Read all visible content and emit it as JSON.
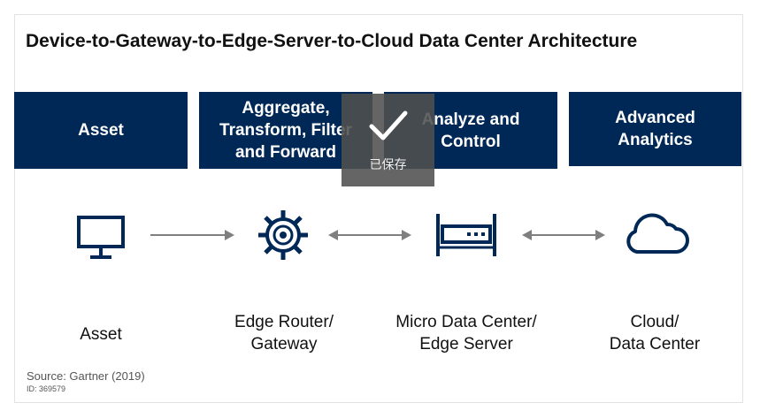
{
  "title": "Device-to-Gateway-to-Edge-Server-to-Cloud Data Center Architecture",
  "bands": [
    {
      "label": "Asset"
    },
    {
      "label": "Aggregate,\nTransform, Filter\nand Forward"
    },
    {
      "label": "Analyze and\nControl"
    },
    {
      "label": "Advanced\nAnalytics"
    }
  ],
  "stages": [
    {
      "label": "Asset",
      "icon": "monitor-icon"
    },
    {
      "label": "Edge Router/\nGateway",
      "icon": "gear-icon"
    },
    {
      "label": "Micro Data Center/\nEdge Server",
      "icon": "server-rack-icon"
    },
    {
      "label": "Cloud/\nData Center",
      "icon": "cloud-icon"
    }
  ],
  "connectors": [
    {
      "type": "one-way",
      "from": "Asset",
      "to": "Edge Router/\nGateway"
    },
    {
      "type": "two-way",
      "from": "Edge Router/\nGateway",
      "to": "Micro Data Center/\nEdge Server"
    },
    {
      "type": "two-way",
      "from": "Micro Data Center/\nEdge Server",
      "to": "Cloud/\nData Center"
    }
  ],
  "source": "Source: Gartner (2019)",
  "doc_id": "ID: 369579",
  "overlay": {
    "label": "已保存",
    "icon": "checkmark-icon"
  },
  "colors": {
    "band_fill": "#002856",
    "icon_stroke": "#002856",
    "connector": "#7f7f7f",
    "overlay": "#505050"
  }
}
